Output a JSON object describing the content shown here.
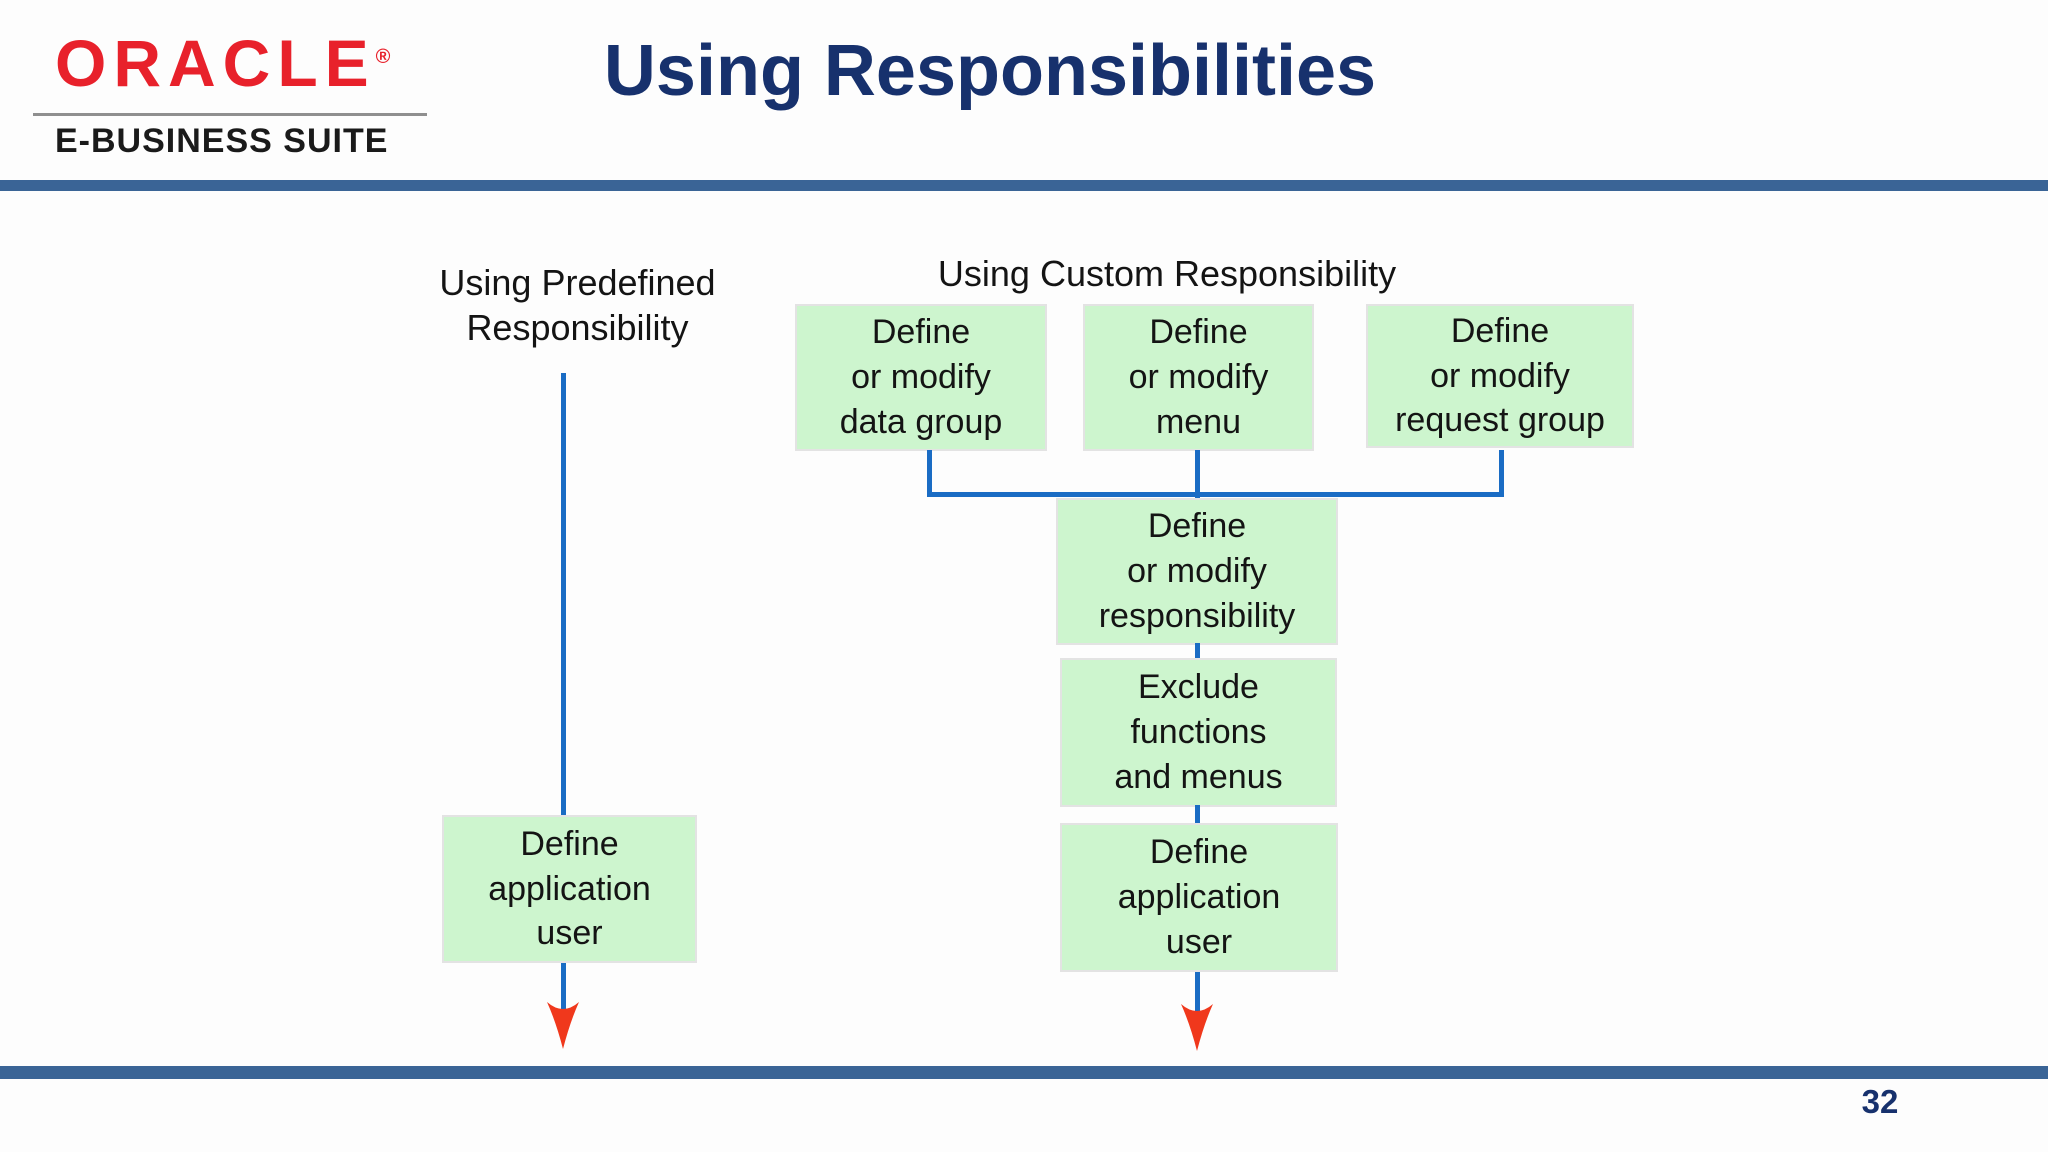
{
  "colors": {
    "navy": "#17316d",
    "oracle_red": "#e8212b",
    "bar_blue": "#3a6496",
    "line_blue": "#1a6cc4",
    "arrow_red": "#f0381c",
    "box_green": "#cdf5ce",
    "box_border": "#e3e3e3"
  },
  "header": {
    "logo": {
      "brand": "ORACLE",
      "registered": "®",
      "suite": "E-BUSINESS SUITE"
    },
    "title": "Using Responsibilities"
  },
  "diagram": {
    "predefined": {
      "label": "Using Predefined\nResponsibility",
      "box": "Define\napplication\nuser"
    },
    "custom": {
      "label": "Using Custom Responsibility",
      "top_boxes": [
        "Define\nor modify\ndata group",
        "Define\nor modify\nmenu",
        "Define\nor modify\nrequest group"
      ],
      "chain_boxes": [
        "Define\nor modify\nresponsibility",
        "Exclude\nfunctions\nand menus",
        "Define\napplication\nuser"
      ]
    }
  },
  "footer": {
    "page_number": "32"
  }
}
